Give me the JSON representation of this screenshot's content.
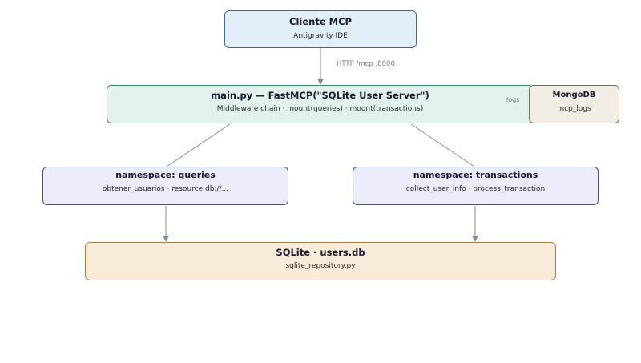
{
  "nodes": {
    "client": {
      "title": "Cliente MCP",
      "subtitle": "Antigravity IDE"
    },
    "main": {
      "title": "main.py — FastMCP(\"SQLite User Server\")",
      "subtitle": "Middleware chain · mount(queries) · mount(transactions)"
    },
    "mongo": {
      "title": "MongoDB",
      "subtitle": "mcp_logs"
    },
    "queries": {
      "title": "namespace: queries",
      "subtitle": "obtener_usuarios · resource db://..."
    },
    "transactions": {
      "title": "namespace: transactions",
      "subtitle": "collect_user_info · process_transaction"
    },
    "sqlite": {
      "title": "SQLite · users.db",
      "subtitle": "sqlite_repository.py"
    }
  },
  "edges": {
    "client_to_main": {
      "label": "HTTP /mcp :8000"
    },
    "main_to_mongo": {
      "label": "logs"
    }
  },
  "colors": {
    "edge": "#8a8a8a"
  }
}
